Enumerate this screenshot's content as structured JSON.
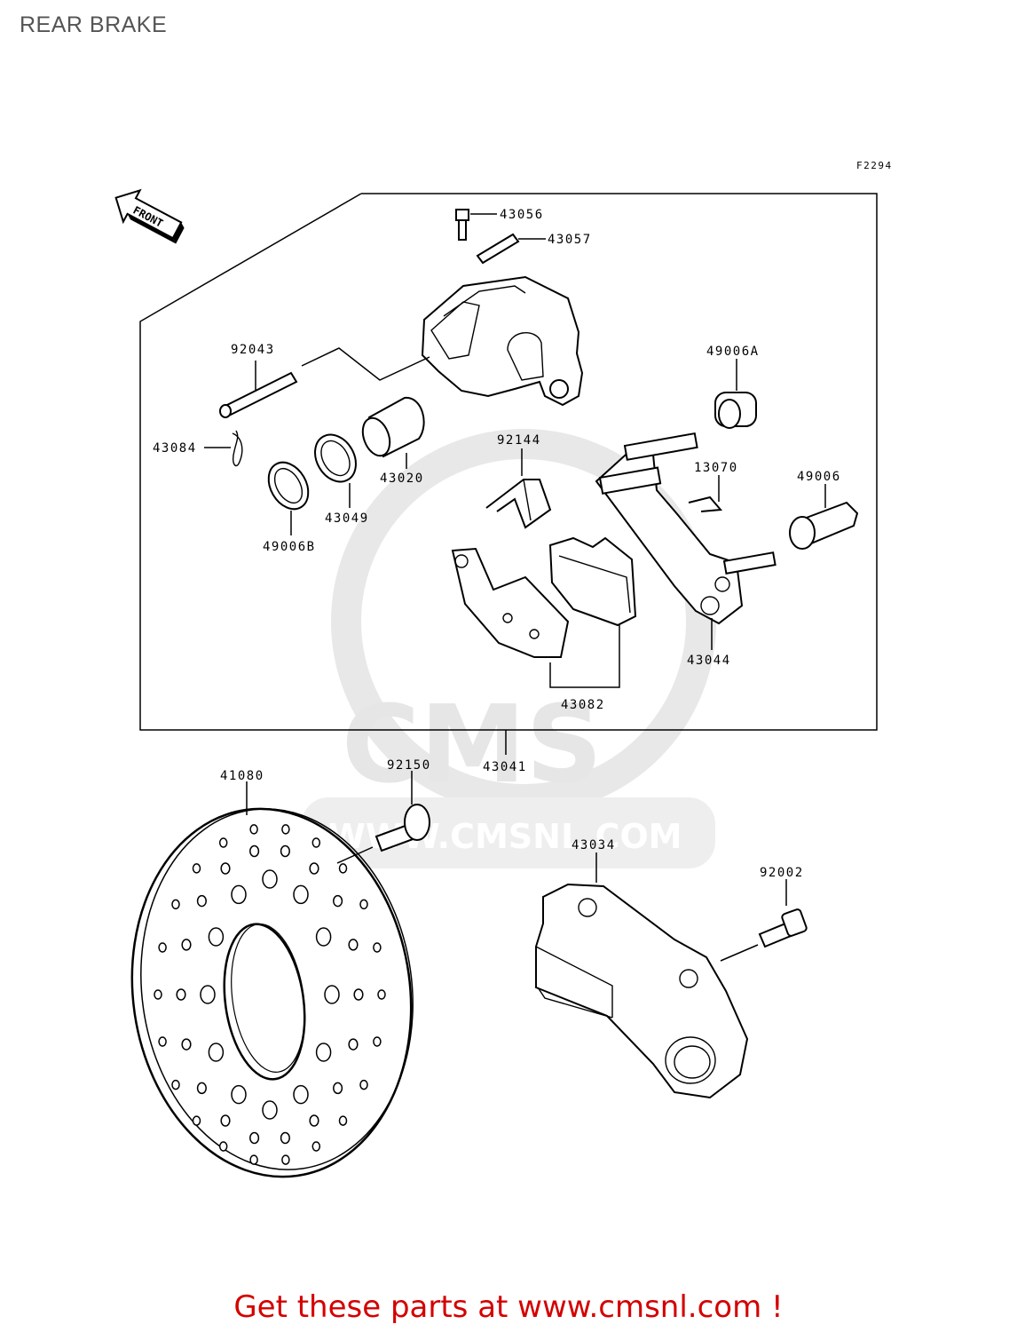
{
  "page": {
    "title": "REAR BRAKE",
    "figure_code": "F2294",
    "front_arrow_text": "FRONT",
    "footer_text": "Get these parts at www.cmsnl.com !"
  },
  "watermark": {
    "logo_text": "CMS",
    "url_text": "WWW.CMSNL.COM"
  },
  "parts": {
    "p43056": "43056",
    "p43057": "43057",
    "p92043": "92043",
    "p49006A": "49006A",
    "p43084": "43084",
    "p92144": "92144",
    "p13070": "13070",
    "p49006": "49006",
    "p43020": "43020",
    "p43049": "43049",
    "p49006B": "49006B",
    "p43044": "43044",
    "p43082": "43082",
    "p43041": "43041",
    "p41080": "41080",
    "p92150": "92150",
    "p43034": "43034",
    "p92002": "92002"
  },
  "colors": {
    "footer": "#d40000",
    "title": "#555555",
    "watermark": "#e6e6e6"
  }
}
